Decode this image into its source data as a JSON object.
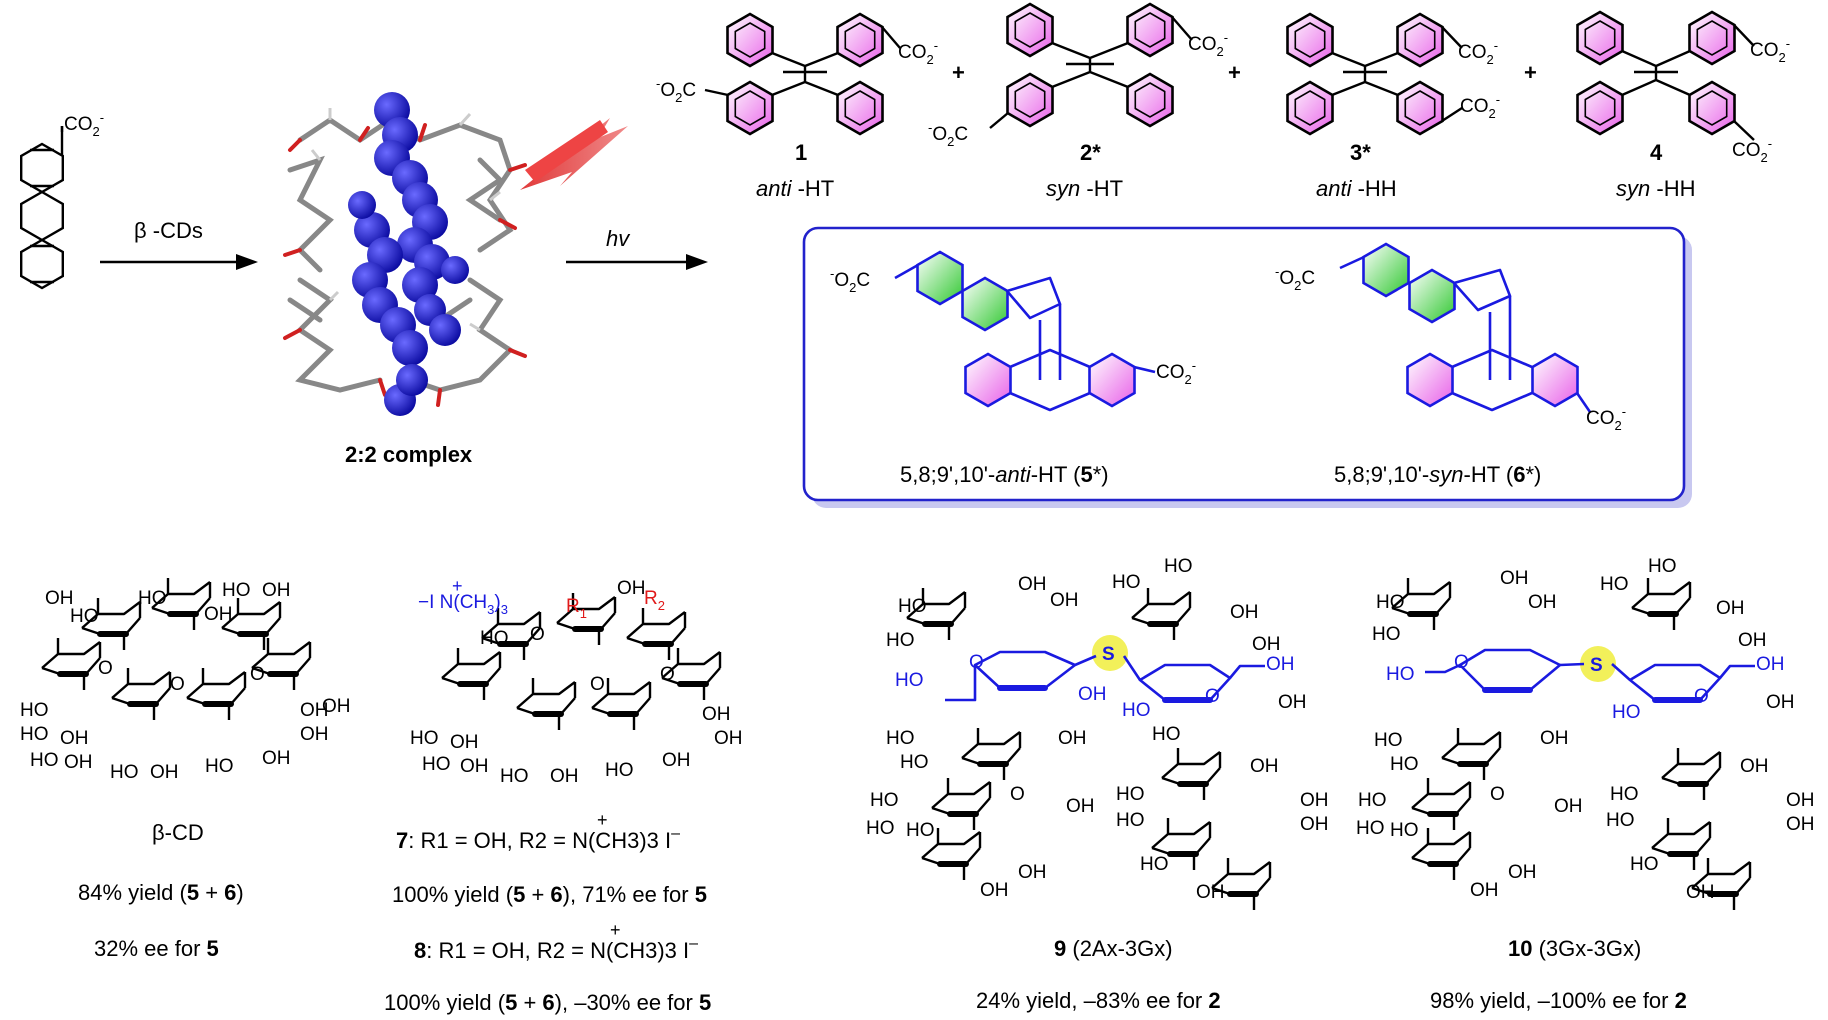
{
  "top": {
    "reactant_substituent": "CO2-",
    "arrow1_label": "β -CDs",
    "complex_label": "2:2 complex",
    "arrow2_label": "hv",
    "products": [
      {
        "number": "1",
        "sub": "anti -HT",
        "co2_a": "CO2-",
        "co2_b": "-O2C"
      },
      {
        "number": "2*",
        "sub": "syn -HT",
        "co2_a": "CO2-",
        "co2_b": "-O2C"
      },
      {
        "number": "3*",
        "sub": "anti -HH",
        "co2_a": "CO2-",
        "co2_b": "CO2-"
      },
      {
        "number": "4",
        "sub": "syn -HH",
        "co2_a": "CO2-",
        "co2_b": "CO2-"
      }
    ],
    "plus": "+",
    "box_products": [
      {
        "label_pre": "5,8;9',10'-",
        "label_ital": "anti",
        "label_mid": "-HT (",
        "label_num": "5",
        "label_post": "*)",
        "co2_a": "-O2C",
        "co2_b": "CO2-"
      },
      {
        "label_pre": "5,8;9',10'-",
        "label_ital": "syn",
        "label_mid": "-HT (",
        "label_num": "6",
        "label_post": "*)",
        "co2_a": "-O2C",
        "co2_b": "CO2-"
      }
    ]
  },
  "bottom": {
    "cd": {
      "name": "β-CD",
      "line1_pre": "84% yield (",
      "line1_b1": "5",
      "line1_mid": " + ",
      "line1_b2": "6",
      "line1_post": ")",
      "line2_pre": "32% ee for  ",
      "line2_b": "5"
    },
    "cd7": {
      "top_label": "-I N(CH3)3",
      "r1": "R1",
      "r2": "R2",
      "line7_num": "7",
      "line7_text": ": R1 = OH, R2 = N(CH3)3 I",
      "line7_yield_pre": "100% yield (",
      "line7_yield_b1": "5",
      "line7_yield_mid": " + ",
      "line7_yield_b2": "6",
      "line7_yield_post": "), 71% ee for ",
      "line7_yield_b3": "5",
      "line8_num": "8",
      "line8_text": ": R1 = OH, R2 = N(CH3)3 I",
      "line8_yield_pre": "100% yield (",
      "line8_yield_b1": "5",
      "line8_yield_mid": " + ",
      "line8_yield_b2": "6",
      "line8_yield_post": "), –30% ee for ",
      "line8_yield_b3": "5"
    },
    "cd9": {
      "num": "9",
      "desc": " (2Ax-3Gx)",
      "yield_pre": "24% yield, –83% ee for ",
      "yield_b": "2"
    },
    "cd10": {
      "num": "10",
      "desc": " (3Gx-3Gx)",
      "yield_pre": "98% yield, –100% ee for ",
      "yield_b": "2"
    },
    "atom_labels": {
      "ho": "HO",
      "oh": "OH",
      "o": "O",
      "s": "S"
    }
  },
  "colors": {
    "ring_fill": "#f080f0",
    "green_ring": "#40d040",
    "box_border": "#2222cc",
    "box_shadow": "#c8c8f0",
    "blue": "#1a1ae0",
    "red": "#e01a1a",
    "sulfur_highlight": "#f2f05a",
    "sphere_blue": "#1a1ad8"
  }
}
